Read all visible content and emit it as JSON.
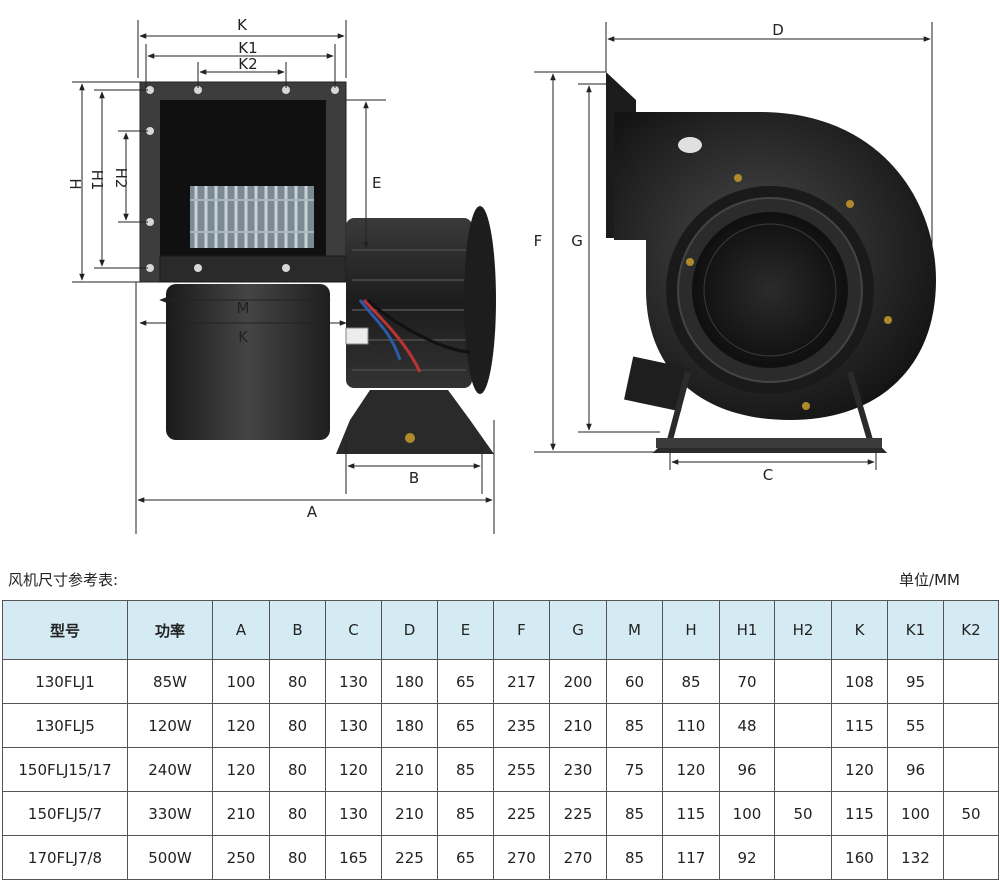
{
  "drawing": {
    "front_labels": {
      "k": "K",
      "k1": "K1",
      "k2": "K2",
      "h": "H",
      "h1": "H1",
      "h2": "H2",
      "e": "E",
      "m": "M",
      "k_lower": "K",
      "b": "B",
      "a": "A"
    },
    "side_labels": {
      "d": "D",
      "f": "F",
      "g": "G",
      "c": "C"
    }
  },
  "table": {
    "caption": "风机尺寸参考表:",
    "unit": "单位/MM",
    "headers": [
      "型号",
      "功率",
      "A",
      "B",
      "C",
      "D",
      "E",
      "F",
      "G",
      "M",
      "H",
      "H1",
      "H2",
      "K",
      "K1",
      "K2"
    ],
    "rows": [
      [
        "130FLJ1",
        "85W",
        "100",
        "80",
        "130",
        "180",
        "65",
        "217",
        "200",
        "60",
        "85",
        "70",
        "",
        "108",
        "95",
        ""
      ],
      [
        "130FLJ5",
        "120W",
        "120",
        "80",
        "130",
        "180",
        "65",
        "235",
        "210",
        "85",
        "110",
        "48",
        "",
        "115",
        "55",
        ""
      ],
      [
        "150FLJ15/17",
        "240W",
        "120",
        "80",
        "120",
        "210",
        "85",
        "255",
        "230",
        "75",
        "120",
        "96",
        "",
        "120",
        "96",
        ""
      ],
      [
        "150FLJ5/7",
        "330W",
        "210",
        "80",
        "130",
        "210",
        "85",
        "225",
        "225",
        "85",
        "115",
        "100",
        "50",
        "115",
        "100",
        "50"
      ],
      [
        "170FLJ7/8",
        "500W",
        "250",
        "80",
        "165",
        "225",
        "65",
        "270",
        "270",
        "85",
        "117",
        "92",
        "",
        "160",
        "132",
        ""
      ]
    ]
  }
}
